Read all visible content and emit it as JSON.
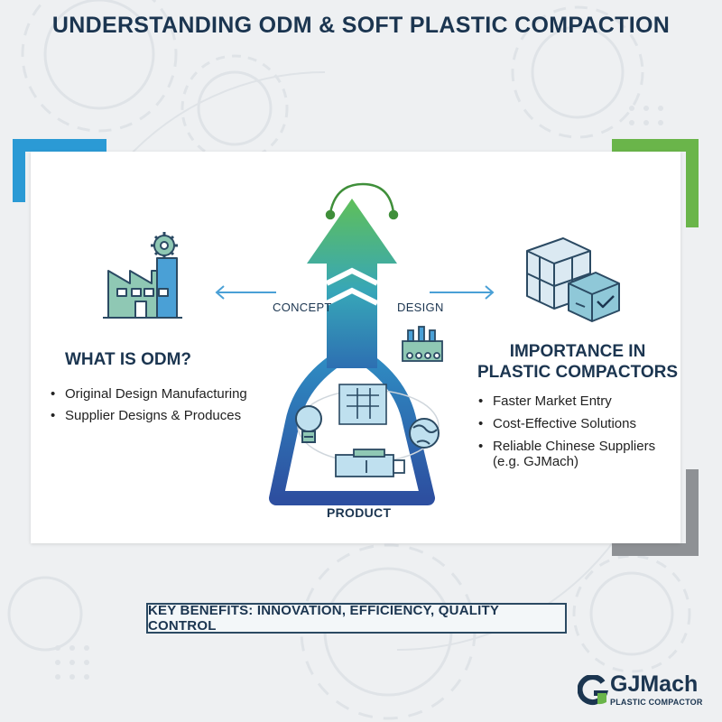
{
  "title": "UNDERSTANDING ODM & SOFT PLASTIC COMPACTION",
  "left": {
    "heading": "WHAT IS ODM?",
    "bullets": [
      "Original Design Manufacturing",
      "Supplier Designs & Produces"
    ]
  },
  "right": {
    "heading_line1": "IMPORTANCE IN",
    "heading_line2": "PLASTIC COMPACTORS",
    "bullets": [
      "Faster Market Entry",
      "Cost-Effective Solutions",
      "Reliable Chinese Suppliers"
    ],
    "bullet3_sub": "(e.g. GJMach)"
  },
  "flow": {
    "concept": "CONCEPT",
    "design": "DESIGN",
    "product": "PRODUCT"
  },
  "benefits": "KEY BENEFITS: INNOVATION, EFFICIENCY, QUALITY CONTROL",
  "logo": {
    "letter": "G",
    "name": "GJMach",
    "tagline": "PLASTIC COMPACTOR"
  },
  "icons": [
    "factory-gear-icon",
    "crates-box-icon",
    "lightbulb-icon",
    "blueprint-icon",
    "globe-icon",
    "factory-icon",
    "machine-icon"
  ],
  "colors": {
    "navy": "#1b3550",
    "blue": "#2d5ea8",
    "teal": "#3aa6c4",
    "green": "#6db94a",
    "accent_blue": "#2b9ad5",
    "accent_green": "#6ab54a",
    "accent_gray": "#8e9195"
  }
}
